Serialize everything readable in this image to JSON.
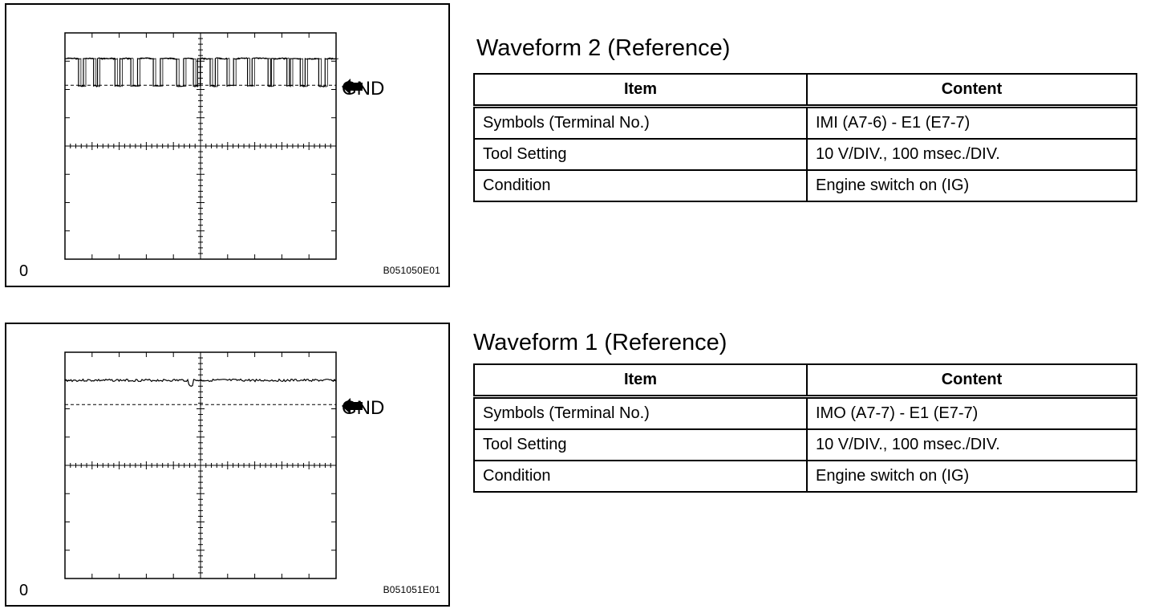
{
  "figures": [
    {
      "id": "b051050e01",
      "code": "B051050E01",
      "origin_label": "0",
      "gnd_label": "GND",
      "signal": "pulse",
      "title": "Waveform 2 (Reference)",
      "table": {
        "headers": [
          "Item",
          "Content"
        ],
        "rows": [
          [
            "Symbols (Terminal No.)",
            "IMI (A7-6) - E1 (E7-7)"
          ],
          [
            "Tool Setting",
            "10 V/DIV., 100 msec./DIV."
          ],
          [
            "Condition",
            "Engine switch on (IG)"
          ]
        ]
      }
    },
    {
      "id": "b051051e01",
      "code": "B051051E01",
      "origin_label": "0",
      "gnd_label": "GND",
      "signal": "flat",
      "title": "Waveform 1 (Reference)",
      "table": {
        "headers": [
          "Item",
          "Content"
        ],
        "rows": [
          [
            "Symbols (Terminal No.)",
            "IMO (A7-7) - E1 (E7-7)"
          ],
          [
            "Tool Setting",
            "10 V/DIV., 100 msec./DIV."
          ],
          [
            "Condition",
            "Engine switch on (IG)"
          ]
        ]
      }
    }
  ]
}
